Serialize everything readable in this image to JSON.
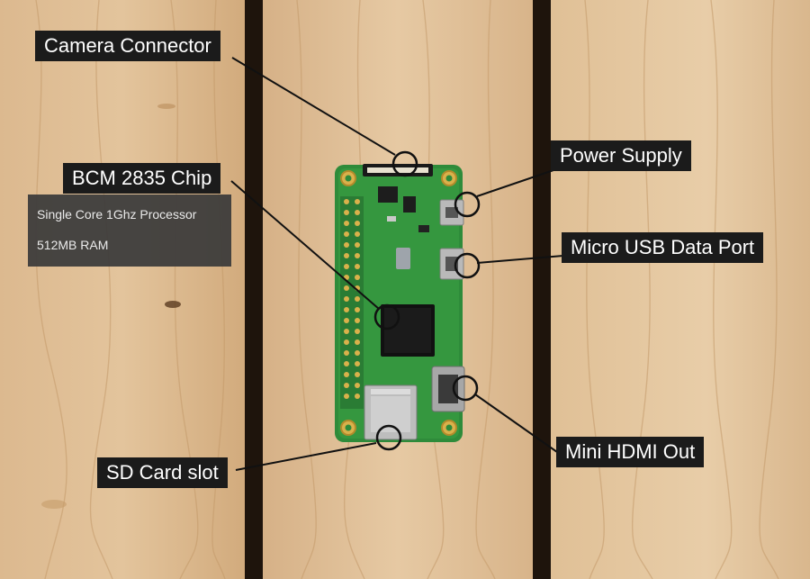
{
  "labels": {
    "camera_connector": "Camera Connector",
    "bcm_chip": "BCM 2835 Chip",
    "power_supply": "Power Supply",
    "micro_usb": "Micro USB Data Port",
    "mini_hdmi": "Mini HDMI Out",
    "sd_card": "SD Card slot"
  },
  "chip_info": {
    "processor": "Single Core 1Ghz Processor",
    "ram": "512MB RAM"
  },
  "colors": {
    "wood": "#d9b58a",
    "board": "#2e8b3a",
    "label_bg": "#1b1b1b",
    "label_text": "#ffffff"
  }
}
